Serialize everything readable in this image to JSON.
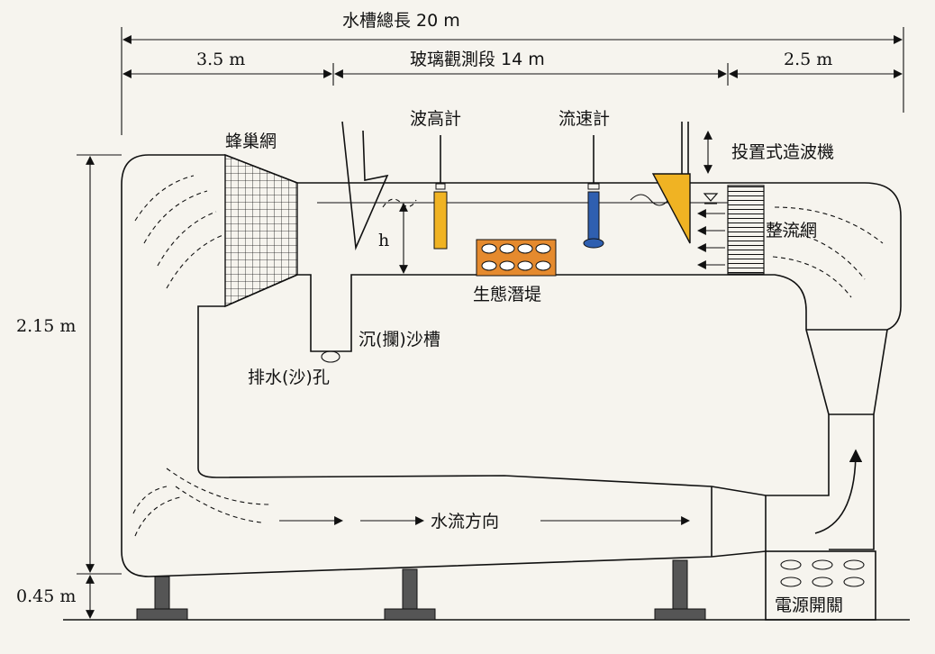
{
  "labels": {
    "total_length": "水槽總長 20 m",
    "seg_left": "3.5 m",
    "seg_middle": "玻璃觀測段 14 m",
    "seg_right": "2.5 m",
    "honeycomb": "蜂巢網",
    "wave_gauge": "波高計",
    "current_meter": "流速計",
    "wave_maker": "投置式造波機",
    "straightener": "整流網",
    "depth": "h",
    "ecological_dike": "生態潛堤",
    "sediment_trap": "沉(攔)沙槽",
    "drain_hole": "排水(沙)孔",
    "height_upper": "2.15 m",
    "height_lower": "0.45 m",
    "flow_direction": "水流方向",
    "power_switch": "電源開關"
  },
  "colors": {
    "background": "#f6f4ee",
    "wave_gauge": "#f0b323",
    "current_meter": "#2f5fb0",
    "wave_maker": "#f0b323",
    "dike_blocks": "#e58a2e"
  }
}
